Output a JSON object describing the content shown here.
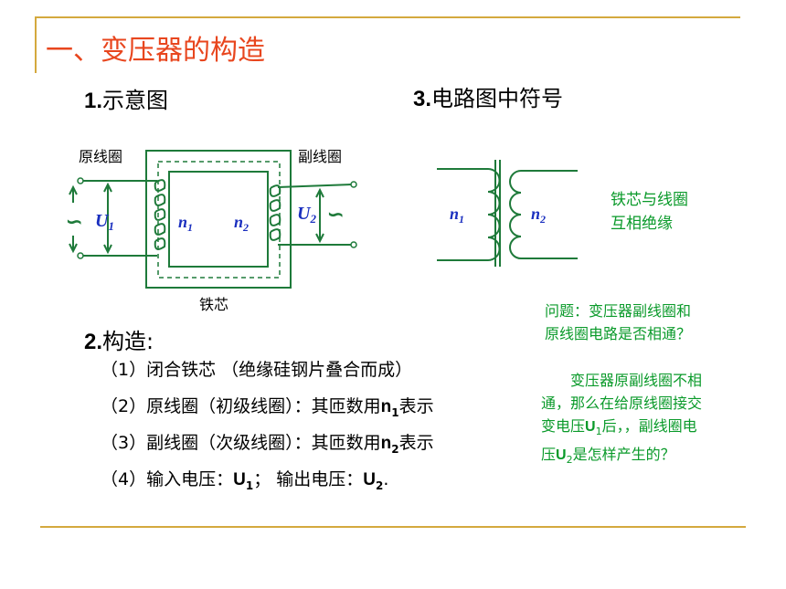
{
  "title": "一、变压器的构造",
  "sections": {
    "diagram_num": "1.",
    "diagram_title": "示意图",
    "symbol_num": "3.",
    "symbol_title": "电路图中符号",
    "structure_num": "2.",
    "structure_title": "构造:"
  },
  "diagram": {
    "primary_coil": "原线圈",
    "secondary_coil": "副线圈",
    "core": "铁芯",
    "u1": "U1",
    "u2": "U2",
    "n1": "n1",
    "n2": "n2",
    "ac": "∽"
  },
  "symbol": {
    "n1": "n1",
    "n2": "n2",
    "note_line1": "铁芯与线圈",
    "note_line2": "互相绝缘"
  },
  "structure_items": {
    "item1": "（1）闭合铁芯 （绝缘硅钢片叠合而成）",
    "item2_pre": "（2）原线圈（初级线圈）：其匝数用",
    "item2_var": "n",
    "item2_sub": "1",
    "item2_post": "表示",
    "item3_pre": "（3）副线圈（次级线圈）：其匝数用",
    "item3_var": "n",
    "item3_sub": "2",
    "item3_post": "表示",
    "item4_pre": "（4）输入电压：",
    "item4_u1": "U",
    "item4_u1_sub": "1",
    "item4_mid": "； 输出电压：",
    "item4_u2": "U",
    "item4_u2_sub": "2",
    "item4_end": "."
  },
  "question": {
    "line1": "问题：变压器副线圈和",
    "line2": "原线圈电路是否相通？"
  },
  "answer": {
    "line1": "变压器原副线圈不相",
    "line2": "通，那么在给原线圈接交",
    "line3_pre": "变电压",
    "line3_u": "U",
    "line3_sub": "1",
    "line3_post": "后，，副线圈电",
    "line4_pre": "压",
    "line4_u": "U",
    "line4_sub": "2",
    "line4_post": "是怎样产生的？"
  },
  "colors": {
    "accent_line": "#d4a93e",
    "title": "#e8461e",
    "note_green": "#0a9a2a",
    "symbol_text": "#1a2fbf",
    "diagram_line": "#1e7a3a"
  }
}
